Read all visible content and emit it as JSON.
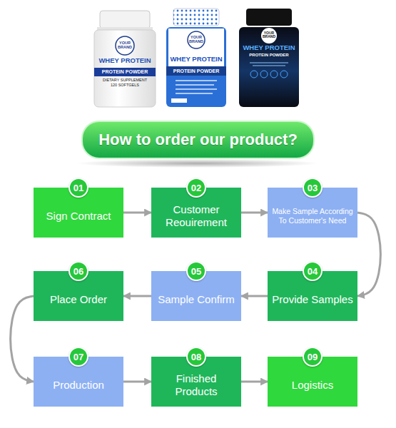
{
  "diagram": {
    "title": "How to order our product?",
    "nodes": [
      {
        "text": [
          "01",
          "Sign Contract"
        ]
      },
      {
        "text": [
          "02",
          "Customer Reouirement"
        ]
      },
      {
        "text": [
          "03",
          "Make Sample According To Customer's Need"
        ]
      },
      {
        "text": [
          "04",
          "Provide Samples"
        ]
      },
      {
        "text": [
          "05",
          "Sample Confirm"
        ]
      },
      {
        "text": [
          "06",
          "Place Order"
        ]
      },
      {
        "text": [
          "07",
          "Production"
        ]
      },
      {
        "text": [
          "08",
          "Finished Products"
        ]
      },
      {
        "text": [
          "09",
          "Logistics"
        ]
      }
    ],
    "edges": [
      {
        "from": 0,
        "to": 1,
        "arrow": "to"
      },
      {
        "from": 1,
        "to": 2,
        "arrow": "to"
      },
      {
        "from": 2,
        "to": 3,
        "arrow": "to"
      },
      {
        "from": 3,
        "to": 4,
        "arrow": "to"
      },
      {
        "from": 4,
        "to": 5,
        "arrow": "to"
      },
      {
        "from": 5,
        "to": 6,
        "arrow": "to"
      },
      {
        "from": 6,
        "to": 7,
        "arrow": "to"
      },
      {
        "from": 7,
        "to": 8,
        "arrow": "to"
      }
    ],
    "labels": [
      "YOUR BRAND",
      "WHEY PROTEIN",
      "PROTEIN POWDER",
      "DIETARY SUPPLEMENT",
      "120 SOFTGELS",
      "YOUR BRAND",
      "WHEY PROTEIN",
      "PROTEIN POWDER",
      "YOUR BRAND",
      "WHEY PROTEIN",
      "PROTEIN POWDER"
    ]
  }
}
